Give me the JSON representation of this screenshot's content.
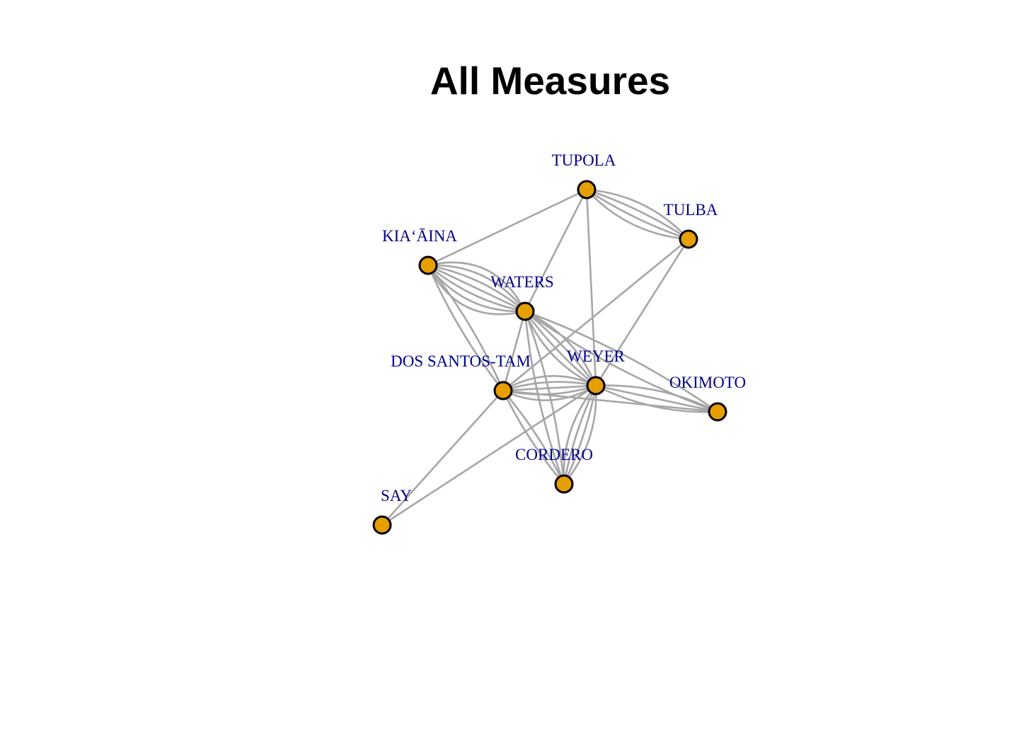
{
  "title": "All Measures",
  "colors": {
    "node_fill": "#e69f00",
    "node_stroke": "#000000",
    "edge": "#a6a6a6",
    "label": "#00008b",
    "title": "#000000"
  },
  "nodes": [
    {
      "id": "TUPOLA",
      "label": "TUPOLA"
    },
    {
      "id": "TULBA",
      "label": "TULBA"
    },
    {
      "id": "KIAAINA",
      "label": "KIA‘ĀINA"
    },
    {
      "id": "WATERS",
      "label": "WATERS"
    },
    {
      "id": "DOSSANTOS",
      "label": "DOS SANTOS-TAM"
    },
    {
      "id": "WEYER",
      "label": "WEYER"
    },
    {
      "id": "OKIMOTO",
      "label": "OKIMOTO"
    },
    {
      "id": "CORDERO",
      "label": "CORDERO"
    },
    {
      "id": "SAY",
      "label": "SAY"
    }
  ],
  "edges": [
    {
      "source": "TUPOLA",
      "target": "KIAAINA",
      "count": 1
    },
    {
      "source": "TUPOLA",
      "target": "WATERS",
      "count": 1
    },
    {
      "source": "TUPOLA",
      "target": "WEYER",
      "count": 1
    },
    {
      "source": "TUPOLA",
      "target": "TULBA",
      "count": 4
    },
    {
      "source": "TULBA",
      "target": "DOSSANTOS",
      "count": 1
    },
    {
      "source": "TULBA",
      "target": "WEYER",
      "count": 1
    },
    {
      "source": "KIAAINA",
      "target": "WATERS",
      "count": 7
    },
    {
      "source": "KIAAINA",
      "target": "DOSSANTOS",
      "count": 2
    },
    {
      "source": "WATERS",
      "target": "DOSSANTOS",
      "count": 1
    },
    {
      "source": "WATERS",
      "target": "WEYER",
      "count": 4
    },
    {
      "source": "WATERS",
      "target": "OKIMOTO",
      "count": 2
    },
    {
      "source": "WATERS",
      "target": "CORDERO",
      "count": 2
    },
    {
      "source": "DOSSANTOS",
      "target": "WEYER",
      "count": 5
    },
    {
      "source": "DOSSANTOS",
      "target": "OKIMOTO",
      "count": 1
    },
    {
      "source": "DOSSANTOS",
      "target": "CORDERO",
      "count": 2
    },
    {
      "source": "DOSSANTOS",
      "target": "SAY",
      "count": 1
    },
    {
      "source": "WEYER",
      "target": "OKIMOTO",
      "count": 3
    },
    {
      "source": "WEYER",
      "target": "CORDERO",
      "count": 4
    },
    {
      "source": "WEYER",
      "target": "SAY",
      "count": 1
    }
  ]
}
